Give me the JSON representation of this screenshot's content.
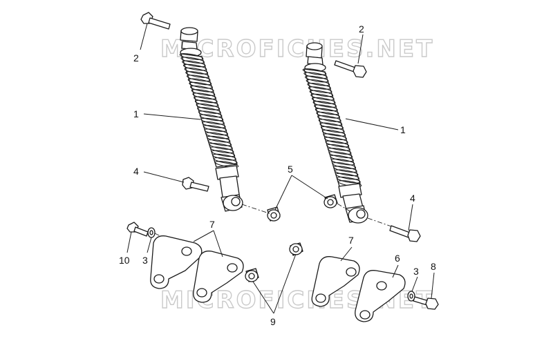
{
  "watermark": {
    "top": "MICROFICHES.NET",
    "bottom": "MICROFICHES.NET"
  },
  "callouts": [
    {
      "id": "label-1-left",
      "text": "1"
    },
    {
      "id": "label-1-right",
      "text": "1"
    },
    {
      "id": "label-2-left",
      "text": "2"
    },
    {
      "id": "label-2-right",
      "text": "2"
    },
    {
      "id": "label-3-left",
      "text": "3"
    },
    {
      "id": "label-3-right",
      "text": "3"
    },
    {
      "id": "label-4-left",
      "text": "4"
    },
    {
      "id": "label-4-right",
      "text": "4"
    },
    {
      "id": "label-5",
      "text": "5"
    },
    {
      "id": "label-6",
      "text": "6"
    },
    {
      "id": "label-7-left",
      "text": "7"
    },
    {
      "id": "label-7-right",
      "text": "7"
    },
    {
      "id": "label-8",
      "text": "8"
    },
    {
      "id": "label-9",
      "text": "9"
    },
    {
      "id": "label-10",
      "text": "10"
    }
  ],
  "colors": {
    "line": "#1a1a1a",
    "watermark": "#c9c9c9",
    "background": "#ffffff"
  }
}
